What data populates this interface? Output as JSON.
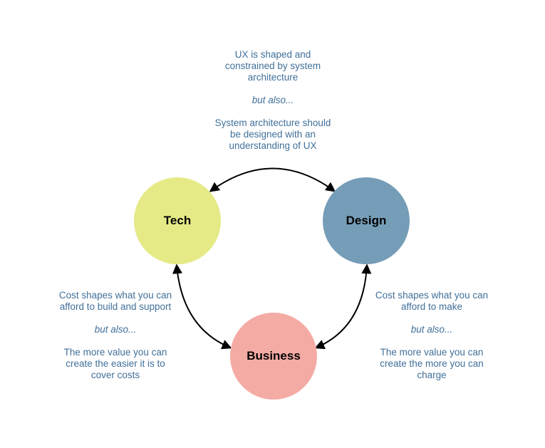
{
  "nodes": {
    "tech": {
      "label": "Tech",
      "color": "#e5ea86"
    },
    "design": {
      "label": "Design",
      "color": "#769db7"
    },
    "business": {
      "label": "Business",
      "color": "#f4aba4"
    }
  },
  "annotations": {
    "top": {
      "first": [
        "UX is shaped and",
        "constrained by system",
        "architecture"
      ],
      "connector": "but also...",
      "second": [
        "System architecture should",
        "be designed with an",
        "understanding of UX"
      ]
    },
    "left": {
      "first": [
        "Cost shapes what you can",
        "afford to build and support"
      ],
      "connector": "but also...",
      "second": [
        "The more value you can",
        "create the easier it is to",
        "cover costs"
      ]
    },
    "right": {
      "first": [
        "Cost shapes what you can",
        "afford to make"
      ],
      "connector": "but also...",
      "second": [
        "The more value you can",
        "create the more you can",
        "charge"
      ]
    }
  },
  "colors": {
    "annotation_text": "#41709a",
    "arrow": "#000000"
  }
}
